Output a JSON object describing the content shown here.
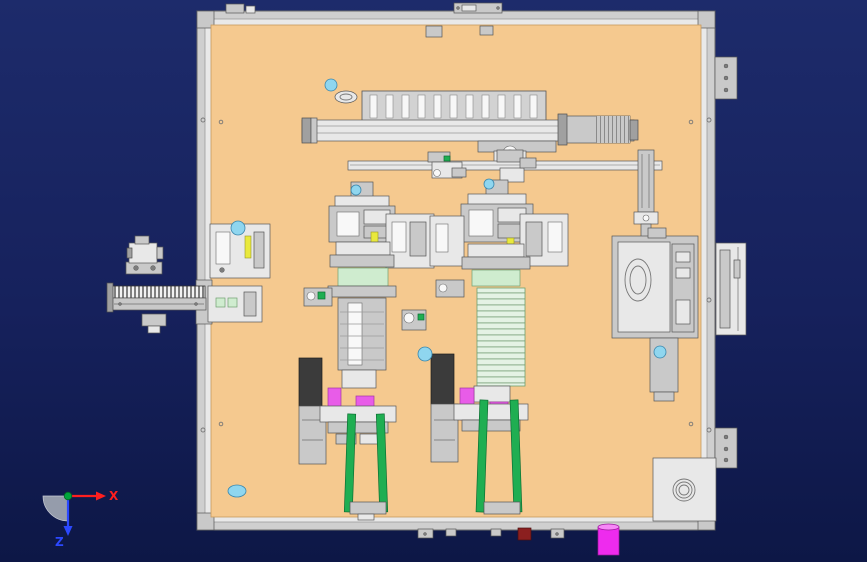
{
  "scene": {
    "axis_triad": {
      "x_label": "X",
      "z_label": "Z"
    },
    "icons": {
      "axis_triad": "xyz-orientation-indicator",
      "origin_dot": "y-axis-out-of-plane-dot"
    },
    "colors": {
      "background_top": "#1d2b6b",
      "background_mid": "#16215c",
      "background_bottom": "#0d1746",
      "frame": "#cfcfcf",
      "frame_edge": "#6b6b6b",
      "panel": "#f5c98f",
      "panel_edge": "#c79a5d",
      "part_light": "#e8e8e8",
      "part_mid": "#c9c9c9",
      "part_dark": "#a0a0a0",
      "part_white": "#f8f8f8",
      "part_black": "#3b3b3b",
      "accent_green": "#1fae52",
      "pale_green": "#cfeccf",
      "magenta": "#e85ce8",
      "magenta_bright": "#ee2bee",
      "cyan": "#8fd6ef",
      "yellow": "#e9e93c",
      "dark_red": "#8b1f1f",
      "axis_x": "#ff1f1f",
      "axis_y": "#00a43c",
      "axis_z": "#2b48ff"
    }
  }
}
